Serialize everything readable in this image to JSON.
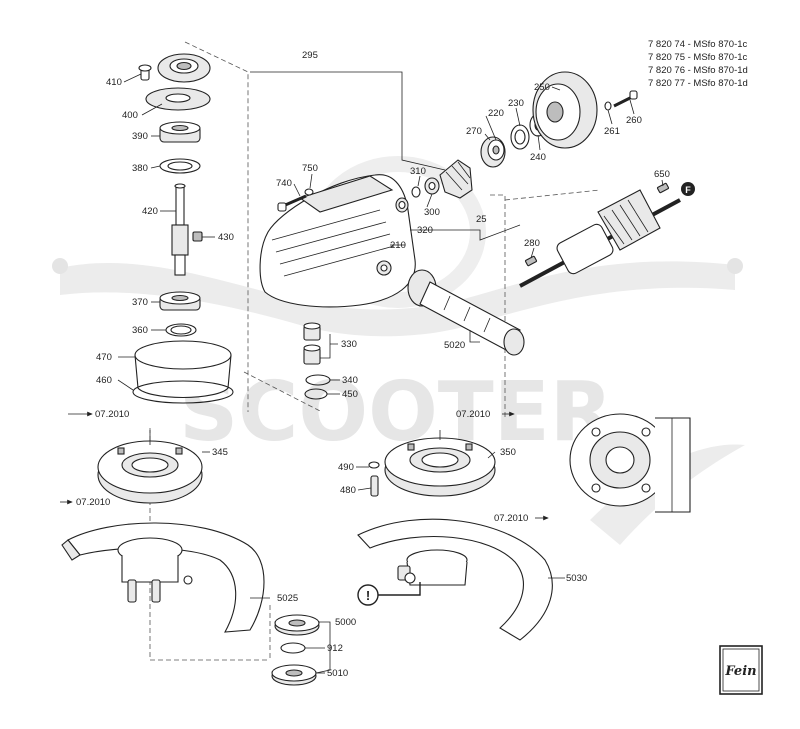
{
  "models": [
    "7 820 74 - MSfo 870-1c",
    "7 820 75 - MSfo 870-1c",
    "7 820 76 - MSfo 870-1d",
    "7 820 77 - MSfo 870-1d"
  ],
  "watermark": "SCOOTER",
  "references": {
    "left_top": "07.2010",
    "right_top": "07.2010",
    "left_guard": "07.2010",
    "right_guard": "07.2010"
  },
  "callouts": {
    "f_marker": "F",
    "warning": "!"
  },
  "labels": {
    "p410": "410",
    "p400": "400",
    "p390": "390",
    "p380": "380",
    "p420": "420",
    "p430": "430",
    "p370": "370",
    "p360": "360",
    "p470": "470",
    "p460": "460",
    "p345": "345",
    "p5025": "5025",
    "p5000": "5000",
    "p912": "912",
    "p5010": "5010",
    "p295": "295",
    "p750": "750",
    "p740": "740",
    "p310": "310",
    "p300": "300",
    "p210": "210",
    "p320": "320",
    "p25": "25",
    "p330": "330",
    "p340": "340",
    "p450": "450",
    "p5020": "5020",
    "p270": "270",
    "p220": "220",
    "p230": "230",
    "p250": "250",
    "p240": "240",
    "p261": "261",
    "p260": "260",
    "p650": "650",
    "p280": "280",
    "p350": "350",
    "p490": "490",
    "p480": "480",
    "p5030": "5030"
  },
  "logo": {
    "text": "Fein"
  }
}
